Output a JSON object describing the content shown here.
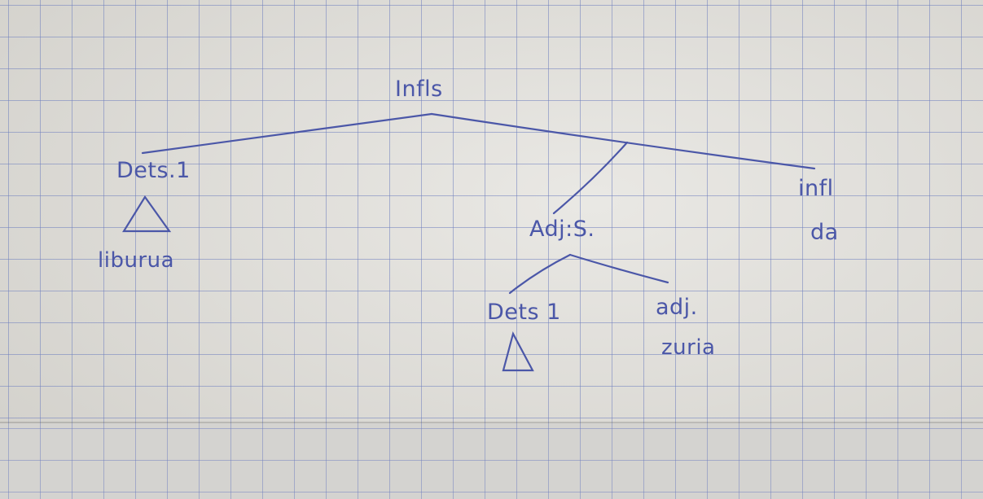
{
  "colors": {
    "ink": "#4b57a8",
    "grid": "#7080be",
    "paper": "#dedcd6"
  },
  "tree": {
    "root": {
      "label": "Infls"
    },
    "dets_top": {
      "label": "Dets.1",
      "leaf": "liburua"
    },
    "adjs": {
      "label": "Adj:S."
    },
    "infl": {
      "label": "infl",
      "leaf": "da"
    },
    "dets_bottom": {
      "label": "Dets 1"
    },
    "adj": {
      "label": "adj.",
      "leaf": "zuria"
    },
    "triangle_icons": [
      "triangle-icon",
      "triangle-icon"
    ]
  }
}
